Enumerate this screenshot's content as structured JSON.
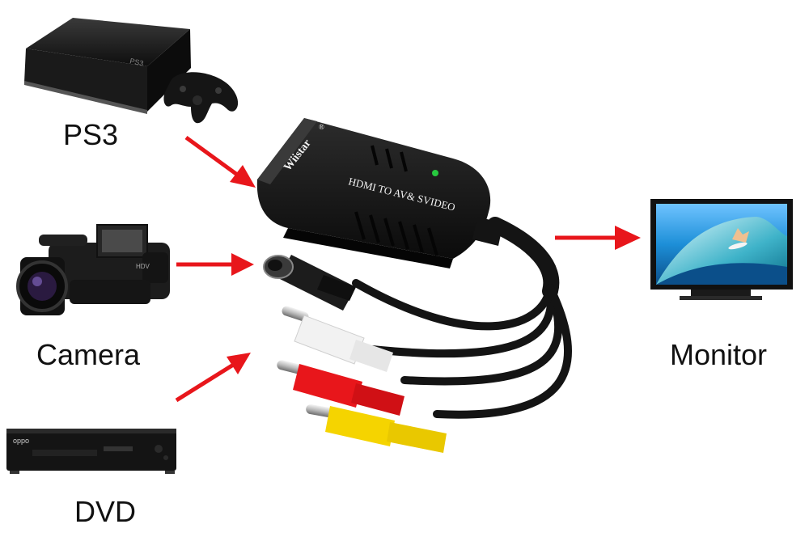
{
  "labels": {
    "ps3": "PS3",
    "camera": "Camera",
    "dvd": "DVD",
    "monitor": "Monitor"
  },
  "converter": {
    "brand": "Wiistar",
    "brand_mark": "®",
    "model": "HDMI TO AV& SVIDEO"
  },
  "dvd_player": {
    "brand": "oppo"
  },
  "camera": {
    "badge": "HDV"
  },
  "colors": {
    "arrow": "#e8161b",
    "rca_white": "#f2f2f2",
    "rca_red": "#e8161b",
    "rca_yellow": "#f5d400",
    "cable": "#141414",
    "device": "#1b1b1b",
    "led": "#27c93f"
  },
  "icons": [
    "ps3-console-icon",
    "game-controller-icon",
    "camcorder-icon",
    "dvd-player-icon",
    "tv-monitor-icon",
    "hdmi-converter-icon"
  ]
}
